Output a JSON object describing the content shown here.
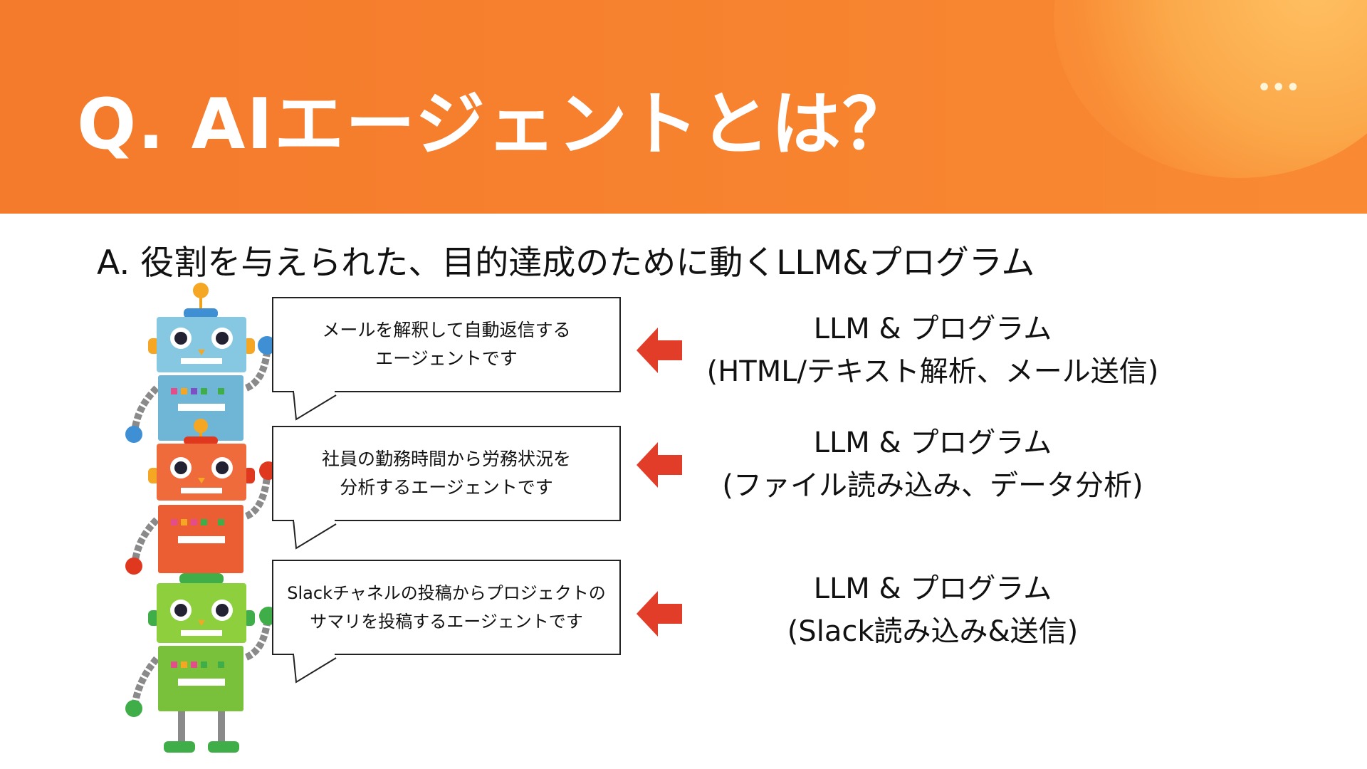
{
  "slide": {
    "title": "Q. AIエージェントとは？",
    "subtitle": "A. 役割を与えられた、目的達成のために動くLLM&プログラム"
  },
  "agents": [
    {
      "bubble": [
        "メールを解釈して自動返信する",
        "エージェントです"
      ],
      "program": "LLM & プログラム",
      "detail": "(HTML/テキスト解析、メール送信)",
      "robot_color": "#84c5de"
    },
    {
      "bubble": [
        "社員の勤務時間から労務状況を",
        "分析するエージェントです"
      ],
      "program": "LLM & プログラム",
      "detail": "(ファイル読み込み、データ分析)",
      "robot_color": "#ee6a3a"
    },
    {
      "bubble": [
        "Slackチャネルの投稿からプロジェクトの",
        "サマリを投稿するエージェントです"
      ],
      "program": "LLM & プログラム",
      "detail": "(Slack読み込み&送信)",
      "robot_color": "#8ccf3c"
    }
  ],
  "colors": {
    "header": "#f7832f",
    "arrow": "#e23d28",
    "text": "#111111"
  },
  "icons": {
    "menu": "more-dots-icon",
    "arrow": "arrow-left-icon",
    "robots": "robot-stack-illustration"
  }
}
